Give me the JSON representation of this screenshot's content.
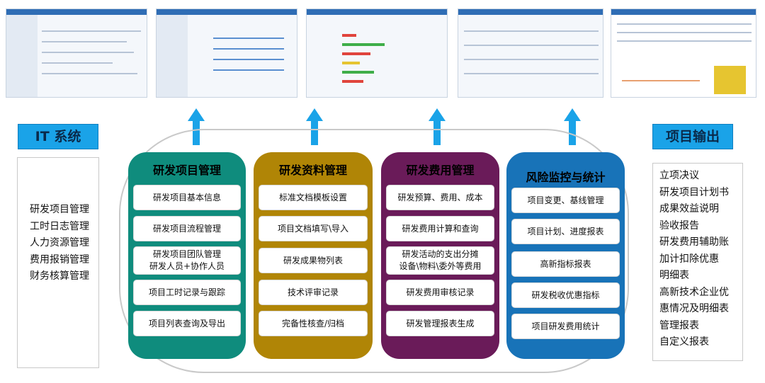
{
  "colors": {
    "accent": "#1aa3e8",
    "card_rd_project": "#0f8c7d",
    "card_rd_docs": "#b08506",
    "card_rd_cost": "#6a1b59",
    "card_risk": "#1873b8"
  },
  "left_panel": {
    "title": "IT 系统",
    "items": [
      "研发项目管理",
      "工时日志管理",
      "人力资源管理",
      "费用报销管理",
      "财务核算管理"
    ]
  },
  "right_panel": {
    "title": "项目输出",
    "items": [
      "立项决议",
      "研发项目计划书",
      "成果效益说明",
      "验收报告",
      "研发费用辅助账",
      "加计扣除优惠",
      "明细表",
      "高新技术企业优",
      "惠情况及明细表",
      "管理报表",
      "自定义报表"
    ]
  },
  "cards": [
    {
      "title": "研发项目管理",
      "items": [
        "研发项目基本信息",
        "研发项目流程管理",
        "研发项目团队管理\n研发人员+协作人员",
        "项目工时记录与跟踪",
        "项目列表查询及导出"
      ]
    },
    {
      "title": "研发资料管理",
      "items": [
        "标准文档模板设置",
        "项目文档填写\\导入",
        "研发成果物列表",
        "技术评审记录",
        "完备性核查/归档"
      ]
    },
    {
      "title": "研发费用管理",
      "items": [
        "研发预算、费用、成本",
        "研发费用计算和查询",
        "研发活动的支出分摊\n设备\\物料\\委外等费用",
        "研发费用审核记录",
        "研发管理报表生成"
      ]
    },
    {
      "title": "风险监控与统计",
      "items": [
        "项目变更、基线管理",
        "项目计划、进度报表",
        "高新指标报表",
        "研发税收优惠指标",
        "项目研发费用统计"
      ]
    }
  ]
}
